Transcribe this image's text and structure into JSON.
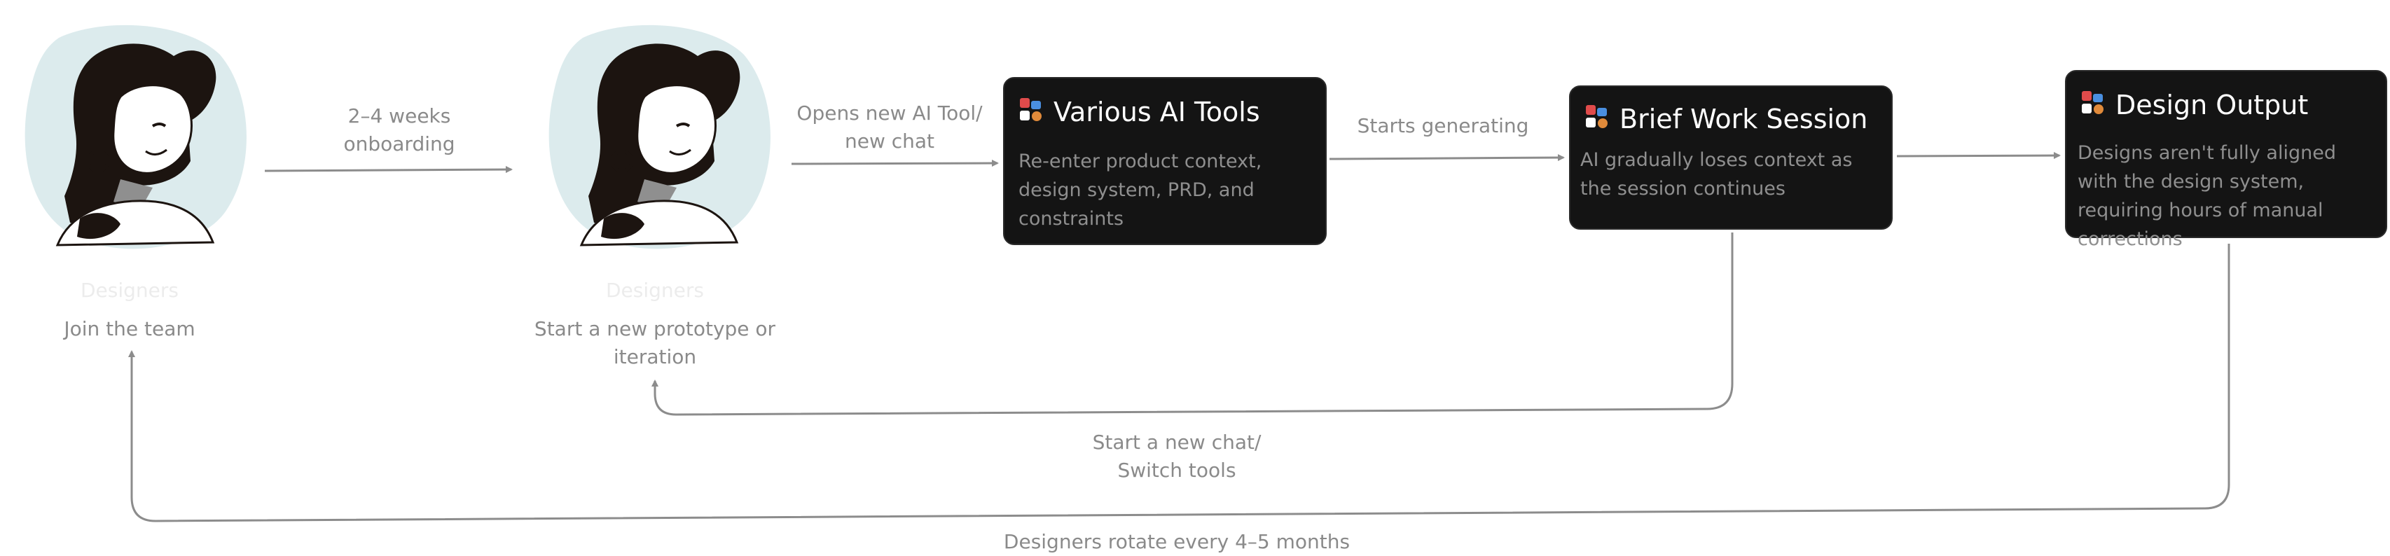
{
  "persons": [
    {
      "role": "Designers",
      "caption": "Join the team"
    },
    {
      "role": "Designers",
      "caption": "Start a new prototype or\niteration"
    }
  ],
  "cards": [
    {
      "title": "Various AI Tools",
      "description": "Re-enter product context, design system, PRD, and constraints"
    },
    {
      "title": "Brief Work Session",
      "description": "AI gradually loses context as the session continues"
    },
    {
      "title": "Design Output",
      "description": "Designs aren't fully aligned with the design system, requiring hours of manual corrections"
    }
  ],
  "edges": {
    "onboarding": "2–4 weeks\nonboarding",
    "opens_tool": "Opens new AI Tool/\nnew chat",
    "starts_generating": "Starts generating",
    "new_chat": "Start a new chat/\nSwitch tools",
    "rotate": "Designers rotate every 4–5 months"
  },
  "colors": {
    "card_bg": "#141414",
    "line": "#8c8c8c",
    "avatar_bg": "#dcebed",
    "hair": "#1c1410"
  }
}
